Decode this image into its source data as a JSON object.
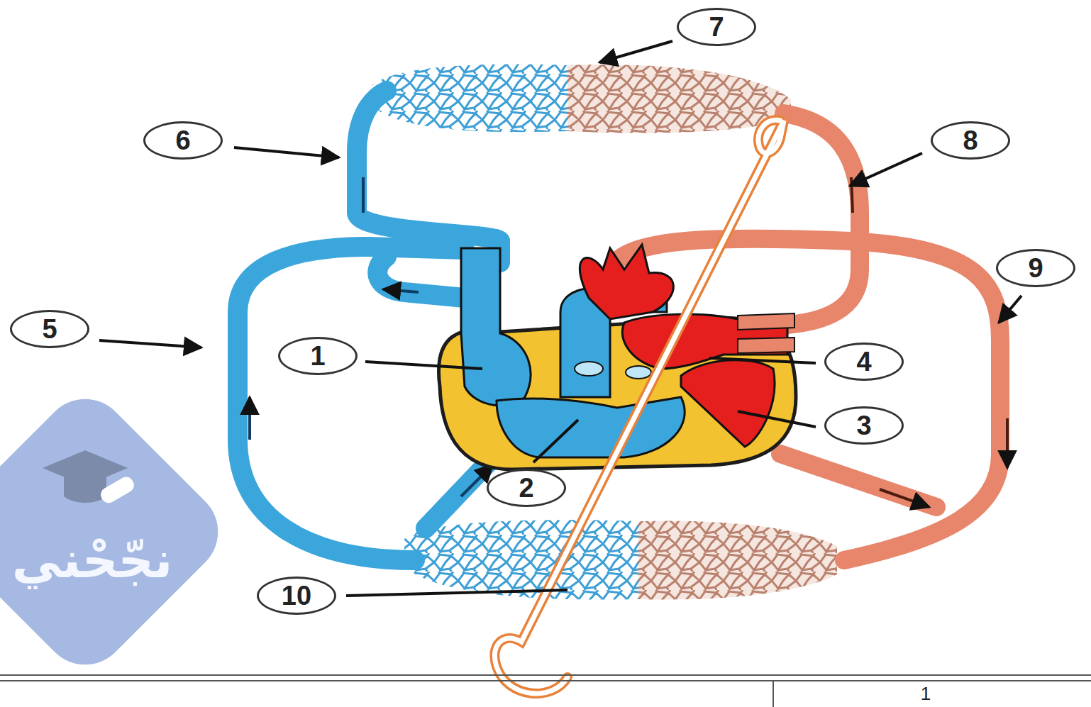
{
  "diagram": {
    "labels": [
      "7",
      "6",
      "8",
      "9",
      "5",
      "1",
      "4",
      "3",
      "2",
      "10",
      "نجّحْني",
      "1"
    ]
  }
}
